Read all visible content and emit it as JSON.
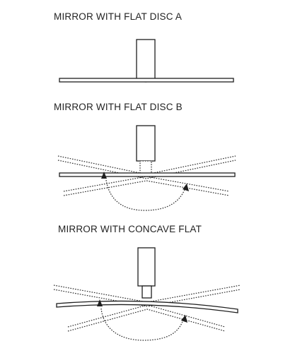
{
  "panels": [
    {
      "title": "MIRROR WITH FLAT DISC A"
    },
    {
      "title": "MIRROR WITH FLAT DISC B"
    },
    {
      "title": "MIRROR WITH CONCAVE FLAT"
    }
  ],
  "colors": {
    "line": "#1e1e1e",
    "background": "#ffffff"
  }
}
